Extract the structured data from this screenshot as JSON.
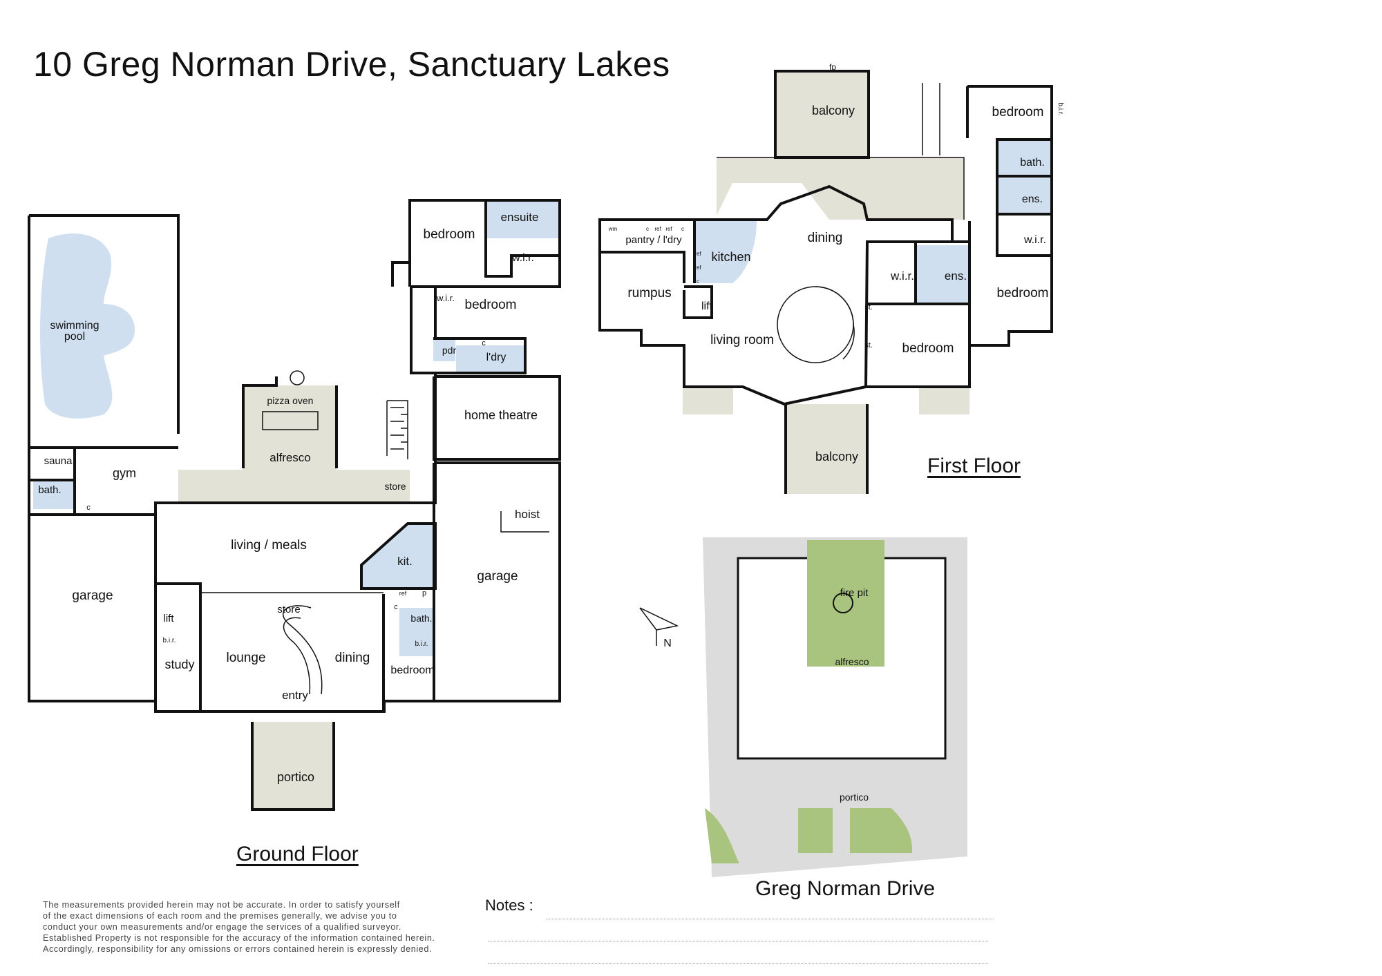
{
  "title": "10 Greg Norman Drive,  Sanctuary Lakes",
  "ground_floor": {
    "heading": "Ground Floor",
    "rooms": {
      "swimming": "swimming",
      "pool": "pool",
      "bedroom1": "bedroom",
      "ensuite": "ensuite",
      "wir1": "w.i.r.",
      "wir2": "w.i.r.",
      "bedroom2": "bedroom",
      "pdr": "pdr",
      "ldry": "l'dry",
      "c1": "c",
      "pizza_oven": "pizza oven",
      "alfresco": "alfresco",
      "home_theatre": "home theatre",
      "sauna": "sauna",
      "gym": "gym",
      "bath1": "bath.",
      "c2": "c",
      "store1": "store",
      "living_meals": "living / meals",
      "kit": "kit.",
      "ref": "ref",
      "p": "p",
      "garage1": "garage",
      "garage2": "garage",
      "hoist": "hoist",
      "lift": "lift",
      "bir1": "b.i.r.",
      "study": "study",
      "store2": "store",
      "lounge": "lounge",
      "dining": "dining",
      "entry": "entry",
      "c3": "c",
      "bath2": "bath.",
      "bir2": "b.i.r.",
      "bedroom3": "bedroom",
      "portico": "portico"
    }
  },
  "first_floor": {
    "heading": "First Floor",
    "rooms": {
      "fp": "fp",
      "balcony1": "balcony",
      "bedroom1": "bedroom",
      "bir": "b.i.r.",
      "bath": "bath.",
      "ens1": "ens.",
      "wir1": "w.i.r.",
      "pantry": "pantry / l'dry",
      "kitchen": "kitchen",
      "dining": "dining",
      "wm": "wm",
      "c1": "c",
      "ref1": "ref",
      "ref2": "ref",
      "c2": "c",
      "ref3": "ref",
      "ref4": "ref",
      "c3": "c",
      "rumpus": "rumpus",
      "lift": "lift",
      "living_room": "living room",
      "st1": "st.",
      "st2": "st.",
      "wir2": "w.i.r.",
      "ens2": "ens.",
      "bedroom2": "bedroom",
      "bedroom3": "bedroom",
      "balcony2": "balcony"
    }
  },
  "site_plan": {
    "street": "Greg Norman Drive",
    "fire_pit": "fire pit",
    "alfresco": "alfresco",
    "portico": "portico",
    "north": "N"
  },
  "disclaimer_lines": [
    "The measurements provided herein may not be accurate. In order to satisfy yourself",
    "of the exact dimensions of each room and the premises generally, we advise you to",
    "conduct your own measurements and/or engage the services of a qualified surveyor.",
    "Established Property is not responsible for the accuracy of the information contained herein.",
    "Accordingly, responsibility for any omissions or errors contained herein is expressly denied."
  ],
  "notes_label": "Notes :",
  "colors": {
    "wet_area": "#cfdff0",
    "outdoor": "#e2e2d6",
    "lawn": "#a9c47f",
    "paving": "#dcdcdc"
  }
}
